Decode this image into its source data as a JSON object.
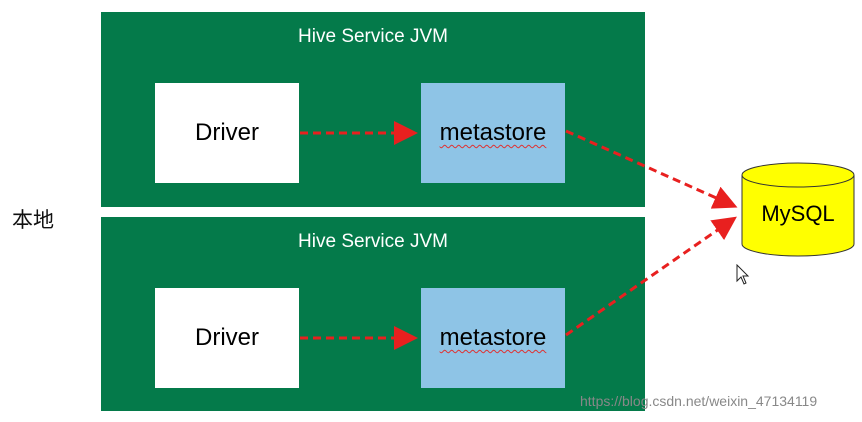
{
  "side_label": "本地",
  "jvms": [
    {
      "title": "Hive Service JVM",
      "driver": "Driver",
      "metastore": "metastore"
    },
    {
      "title": "Hive Service JVM",
      "driver": "Driver",
      "metastore": "metastore"
    }
  ],
  "database": {
    "label": "MySQL"
  },
  "watermark": "https://blog.csdn.net/weixin_47134119",
  "colors": {
    "jvm_bg": "#047a4a",
    "metastore_bg": "#8ec4e6",
    "driver_bg": "#ffffff",
    "db_fill": "#ffff00",
    "arrow": "#e8201f"
  },
  "icons": {
    "cursor": "mouse-pointer-icon"
  }
}
